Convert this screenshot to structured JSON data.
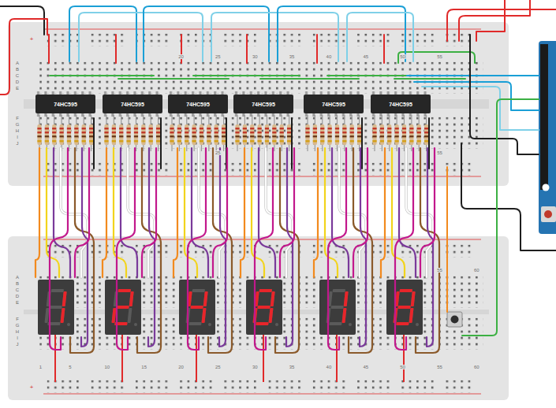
{
  "diagram": {
    "nodes": [
      {
        "text": [
          "74HC595"
        ]
      },
      {
        "text": [
          "74HC595"
        ]
      },
      {
        "text": [
          "74HC595"
        ]
      },
      {
        "text": [
          "74HC595"
        ]
      },
      {
        "text": [
          "74HC595"
        ]
      },
      {
        "text": [
          "74HC595"
        ]
      }
    ],
    "labels": [
      "+",
      "20",
      "25",
      "30",
      "35",
      "40",
      "45",
      "50",
      "55",
      "A",
      "B",
      "C",
      "D",
      "E",
      "F",
      "G",
      "H",
      "I",
      "J",
      "25",
      "55",
      "55",
      "60",
      "A",
      "B",
      "C",
      "D",
      "E",
      "F",
      "G",
      "H",
      "I",
      "J",
      "1",
      "5",
      "10",
      "15",
      "20",
      "25",
      "30",
      "35",
      "40",
      "45",
      "50",
      "55",
      "60",
      "+"
    ]
  }
}
